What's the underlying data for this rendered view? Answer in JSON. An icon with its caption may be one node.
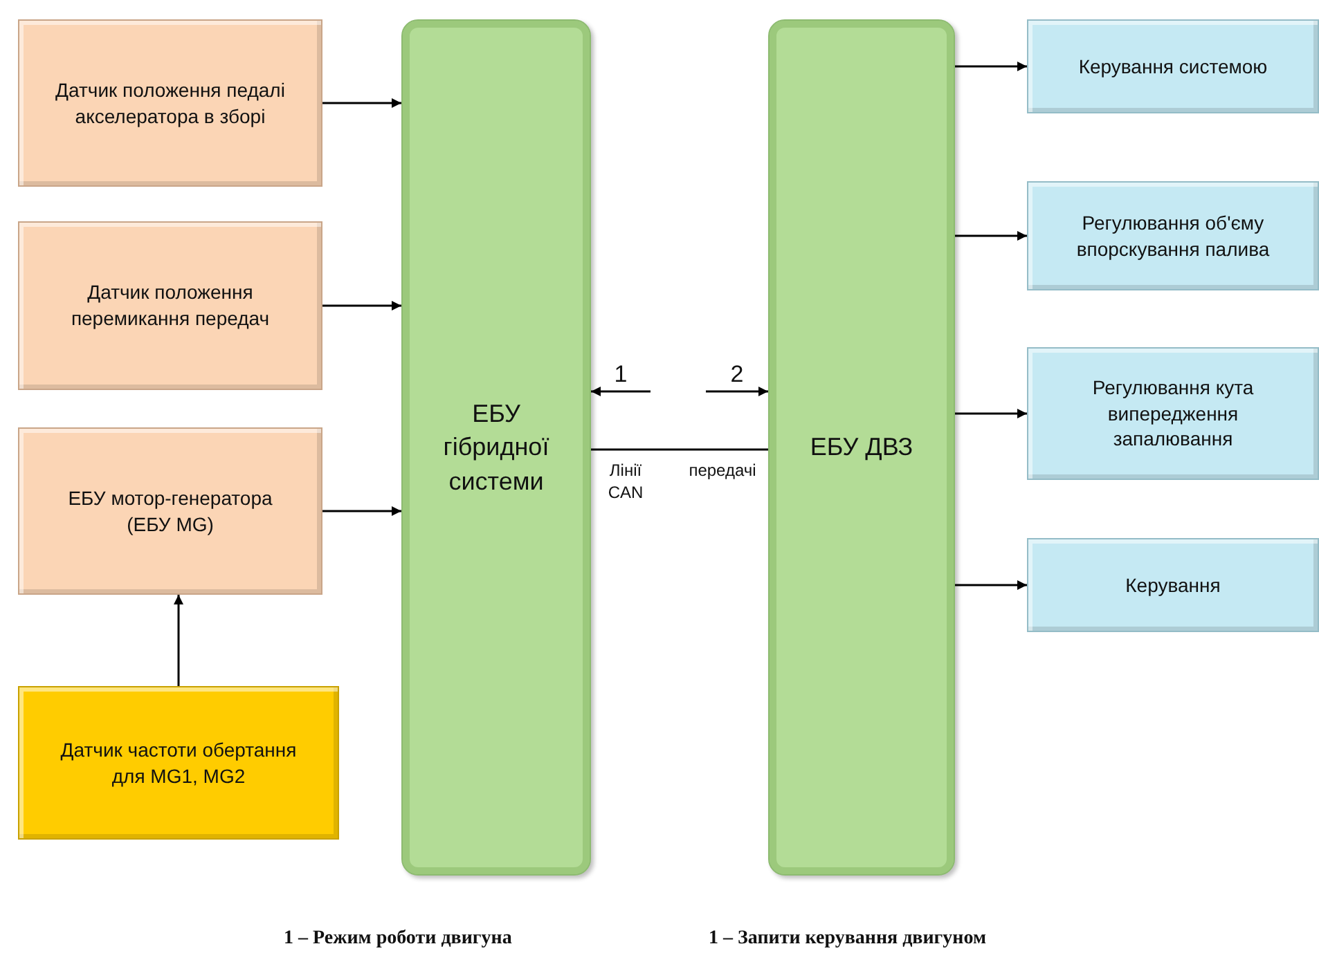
{
  "diagram": {
    "nodes": [
      {
        "text": [
          "Датчик положення педалі акселератора в зборі"
        ]
      },
      {
        "text": [
          "Датчик положення перемикання передач"
        ]
      },
      {
        "text": [
          "ЕБУ мотор-генератора (ЕБУ MG)"
        ]
      },
      {
        "text": [
          "Датчик частоти обертання для MG1, MG2"
        ]
      },
      {
        "text": [
          "ЕБУ гібридної системи"
        ]
      },
      {
        "text": [
          "ЕБУ ДВЗ"
        ]
      },
      {
        "text": [
          "Керування системою"
        ]
      },
      {
        "text": [
          "Регулювання об'єму впорскування палива"
        ]
      },
      {
        "text": [
          "Регулювання кута випередження запалювання"
        ]
      },
      {
        "text": [
          "Керування"
        ]
      }
    ],
    "edges": [
      {
        "from": 0,
        "to": 4,
        "arrow": "to"
      },
      {
        "from": 1,
        "to": 4,
        "arrow": "to"
      },
      {
        "from": 2,
        "to": 4,
        "arrow": "to"
      },
      {
        "from": 3,
        "to": 2,
        "arrow": "to"
      },
      {
        "from": 4,
        "to": 5,
        "arrow": "none"
      },
      {
        "from": null,
        "to": 4,
        "arrow": "to",
        "label": "1"
      },
      {
        "from": null,
        "to": 5,
        "arrow": "to",
        "label": "2"
      },
      {
        "from": 5,
        "to": 6,
        "arrow": "to"
      },
      {
        "from": 5,
        "to": 7,
        "arrow": "to"
      },
      {
        "from": 5,
        "to": 8,
        "arrow": "to"
      },
      {
        "from": 5,
        "to": 9,
        "arrow": "to"
      }
    ],
    "labels": [
      "Лінії CAN",
      "передачі",
      "1 – Режим роботи двигуна",
      "1 – Запити керування двигуном"
    ]
  }
}
